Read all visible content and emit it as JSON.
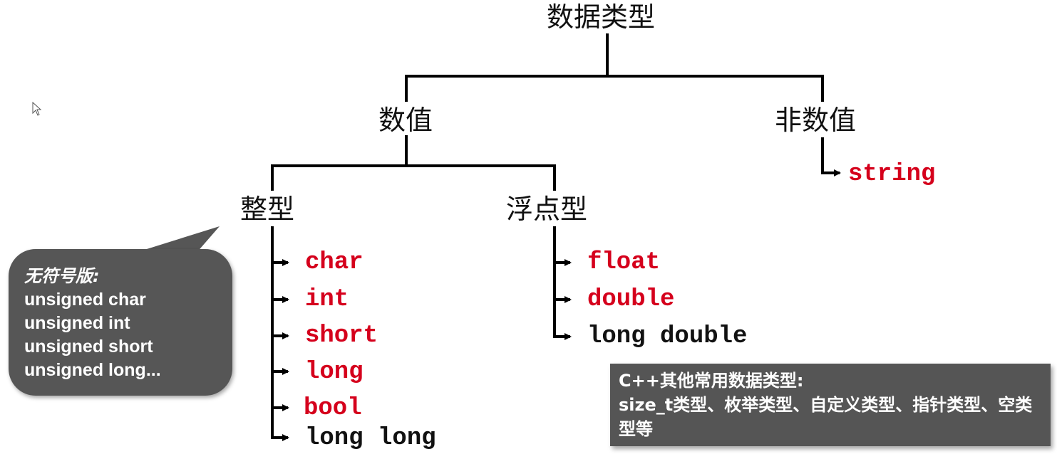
{
  "diagram": {
    "root": {
      "label": "数据类型"
    },
    "numeric": {
      "label": "数值"
    },
    "non_numeric": {
      "label": "非数值",
      "items": [
        {
          "label": "string",
          "color": "red"
        }
      ]
    },
    "integer": {
      "label": "整型",
      "items": [
        {
          "label": "char",
          "color": "red"
        },
        {
          "label": "int",
          "color": "red"
        },
        {
          "label": "short",
          "color": "red"
        },
        {
          "label": "long",
          "color": "red"
        },
        {
          "label": "bool",
          "color": "red"
        },
        {
          "label": "long long",
          "color": "black"
        }
      ]
    },
    "floating": {
      "label": "浮点型",
      "items": [
        {
          "label": "float",
          "color": "red"
        },
        {
          "label": "double",
          "color": "red"
        },
        {
          "label": "long double",
          "color": "black"
        }
      ]
    }
  },
  "callout_unsigned": {
    "title": "无符号版:",
    "lines": [
      "unsigned char",
      "unsigned int",
      "unsigned short",
      "unsigned long..."
    ]
  },
  "note_box": {
    "title": "C++其他常用数据类型:",
    "body": "size_t类型、枚举类型、自定义类型、指针类型、空类型等"
  },
  "colors": {
    "highlight": "#d5001c",
    "text": "#111111",
    "callout_bg": "#565656",
    "note_bg": "#555555"
  }
}
